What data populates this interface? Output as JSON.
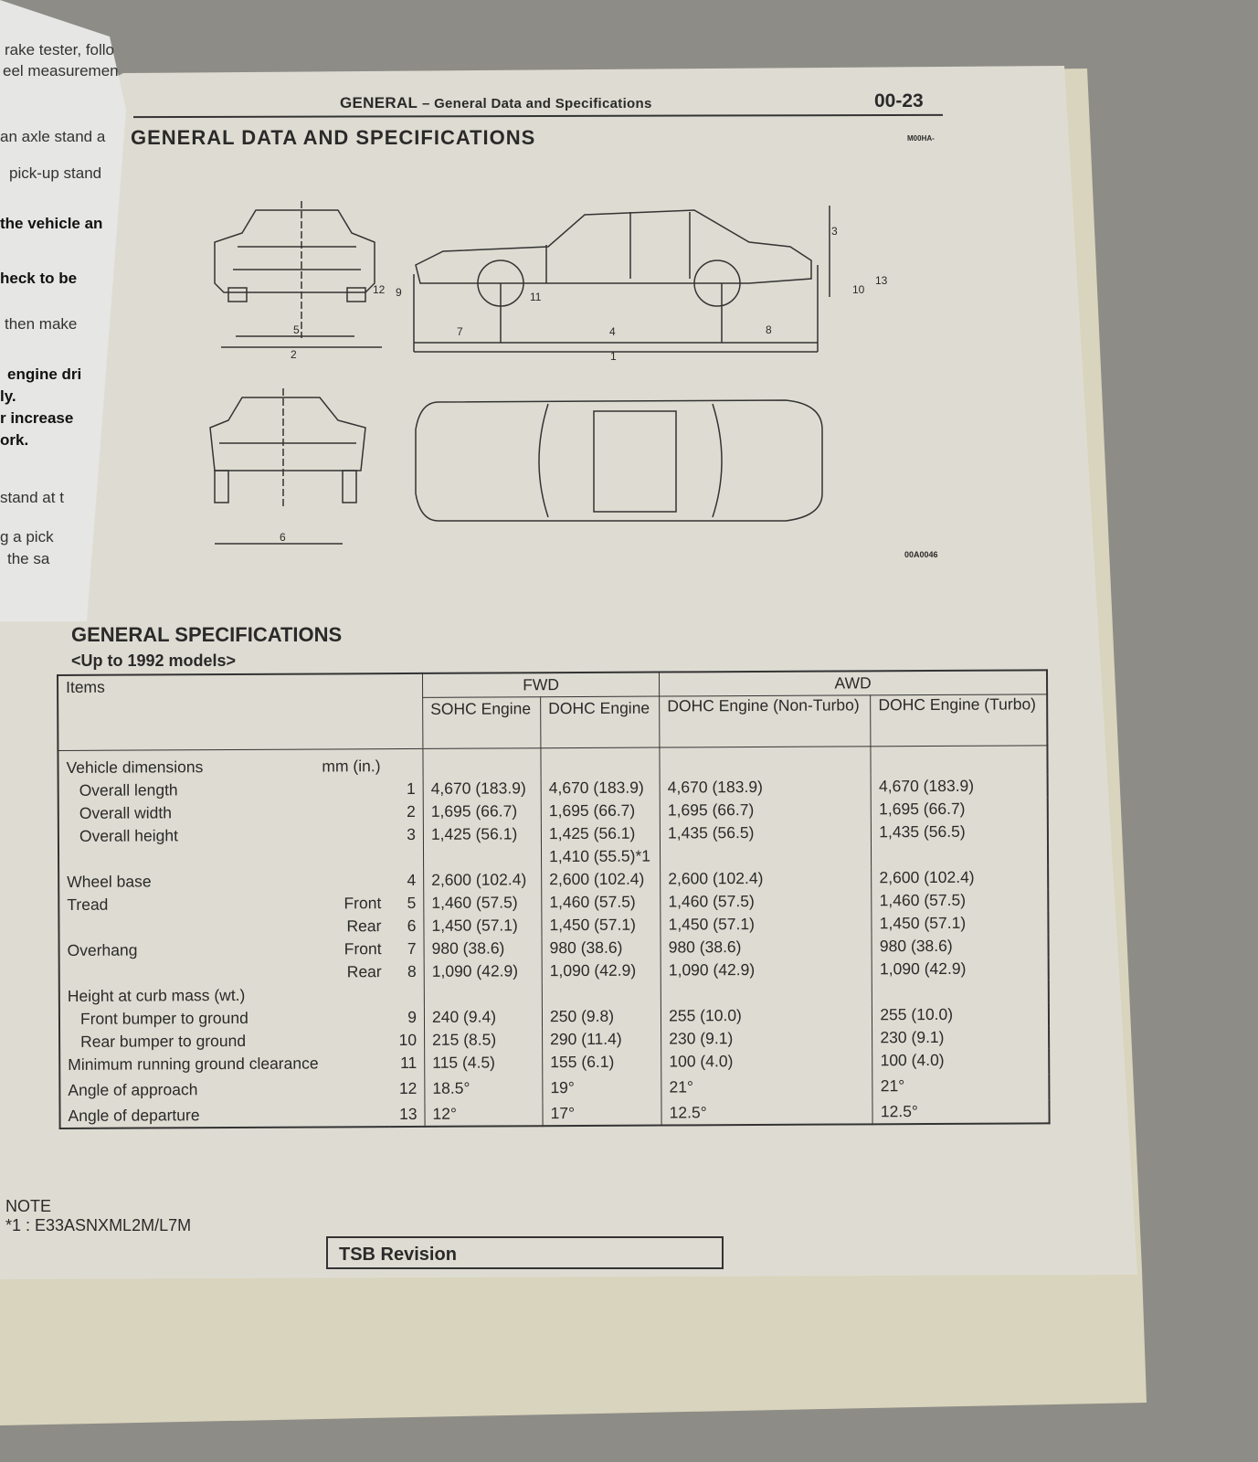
{
  "left_page_fragments": [
    "rake tester, follo",
    "eel measuremen",
    "an axle stand a",
    "pick-up stand",
    "the vehicle an",
    "heck to be",
    "then make",
    "engine dri",
    "ly.",
    "r increase",
    "ork.",
    "stand at t",
    "g a pick",
    "the sa"
  ],
  "header": {
    "section": "GENERAL",
    "subtitle": "– General Data and Specifications",
    "page_number": "00-23"
  },
  "title": "GENERAL DATA AND SPECIFICATIONS",
  "title_code": "M00HA-",
  "figure": {
    "code": "00A0046",
    "dimension_labels": [
      "1",
      "2",
      "3",
      "4",
      "5",
      "6",
      "7",
      "8",
      "9",
      "10",
      "11",
      "12",
      "13"
    ]
  },
  "specs": {
    "heading": "GENERAL SPECIFICATIONS",
    "subheading": "<Up to 1992 models>",
    "items_header": "Items",
    "groups": [
      "FWD",
      "AWD"
    ],
    "columns": [
      "SOHC Engine",
      "DOHC Engine",
      "DOHC Engine (Non-Turbo)",
      "DOHC Engine (Turbo)"
    ],
    "unit_label": "Vehicle dimensions",
    "unit": "mm (in.)",
    "rows": [
      {
        "label": "Overall length",
        "sub": "",
        "num": "1",
        "values": [
          "4,670 (183.9)",
          "4,670 (183.9)",
          "4,670 (183.9)",
          "4,670 (183.9)"
        ]
      },
      {
        "label": "Overall width",
        "sub": "",
        "num": "2",
        "values": [
          "1,695 (66.7)",
          "1,695 (66.7)",
          "1,695 (66.7)",
          "1,695 (66.7)"
        ]
      },
      {
        "label": "Overall height",
        "sub": "",
        "num": "3",
        "values": [
          "1,425 (56.1)",
          "1,425 (56.1)",
          "1,435 (56.5)",
          "1,435 (56.5)"
        ]
      },
      {
        "label": "",
        "sub": "",
        "num": "",
        "values": [
          "",
          "1,410 (55.5)*1",
          "",
          ""
        ]
      },
      {
        "label": "Wheel base",
        "sub": "",
        "num": "4",
        "values": [
          "2,600 (102.4)",
          "2,600 (102.4)",
          "2,600 (102.4)",
          "2,600 (102.4)"
        ]
      },
      {
        "label": "Tread",
        "sub": "Front",
        "num": "5",
        "values": [
          "1,460 (57.5)",
          "1,460 (57.5)",
          "1,460 (57.5)",
          "1,460 (57.5)"
        ]
      },
      {
        "label": "",
        "sub": "Rear",
        "num": "6",
        "values": [
          "1,450 (57.1)",
          "1,450 (57.1)",
          "1,450 (57.1)",
          "1,450 (57.1)"
        ]
      },
      {
        "label": "Overhang",
        "sub": "Front",
        "num": "7",
        "values": [
          "980 (38.6)",
          "980 (38.6)",
          "980 (38.6)",
          "980 (38.6)"
        ]
      },
      {
        "label": "",
        "sub": "Rear",
        "num": "8",
        "values": [
          "1,090 (42.9)",
          "1,090 (42.9)",
          "1,090 (42.9)",
          "1,090 (42.9)"
        ]
      },
      {
        "label": "Height at curb mass (wt.)",
        "sub": "",
        "num": "",
        "values": [
          "",
          "",
          "",
          ""
        ]
      },
      {
        "label": "Front bumper to ground",
        "sub": "",
        "num": "9",
        "values": [
          "240 (9.4)",
          "250 (9.8)",
          "255 (10.0)",
          "255 (10.0)"
        ]
      },
      {
        "label": "Rear bumper to ground",
        "sub": "",
        "num": "10",
        "values": [
          "215 (8.5)",
          "290 (11.4)",
          "230 (9.1)",
          "230 (9.1)"
        ]
      },
      {
        "label": "Minimum running ground clearance",
        "sub": "",
        "num": "11",
        "values": [
          "115 (4.5)",
          "155 (6.1)",
          "100 (4.0)",
          "100 (4.0)"
        ]
      },
      {
        "label": "Angle of approach",
        "sub": "",
        "num": "12",
        "values": [
          "18.5°",
          "19°",
          "21°",
          "21°"
        ]
      },
      {
        "label": "Angle of departure",
        "sub": "",
        "num": "13",
        "values": [
          "12°",
          "17°",
          "12.5°",
          "12.5°"
        ]
      }
    ]
  },
  "note": {
    "heading": "NOTE",
    "text": "*1 : E33ASNXML2M/L7M"
  },
  "footer": {
    "tsb": "TSB Revision"
  }
}
